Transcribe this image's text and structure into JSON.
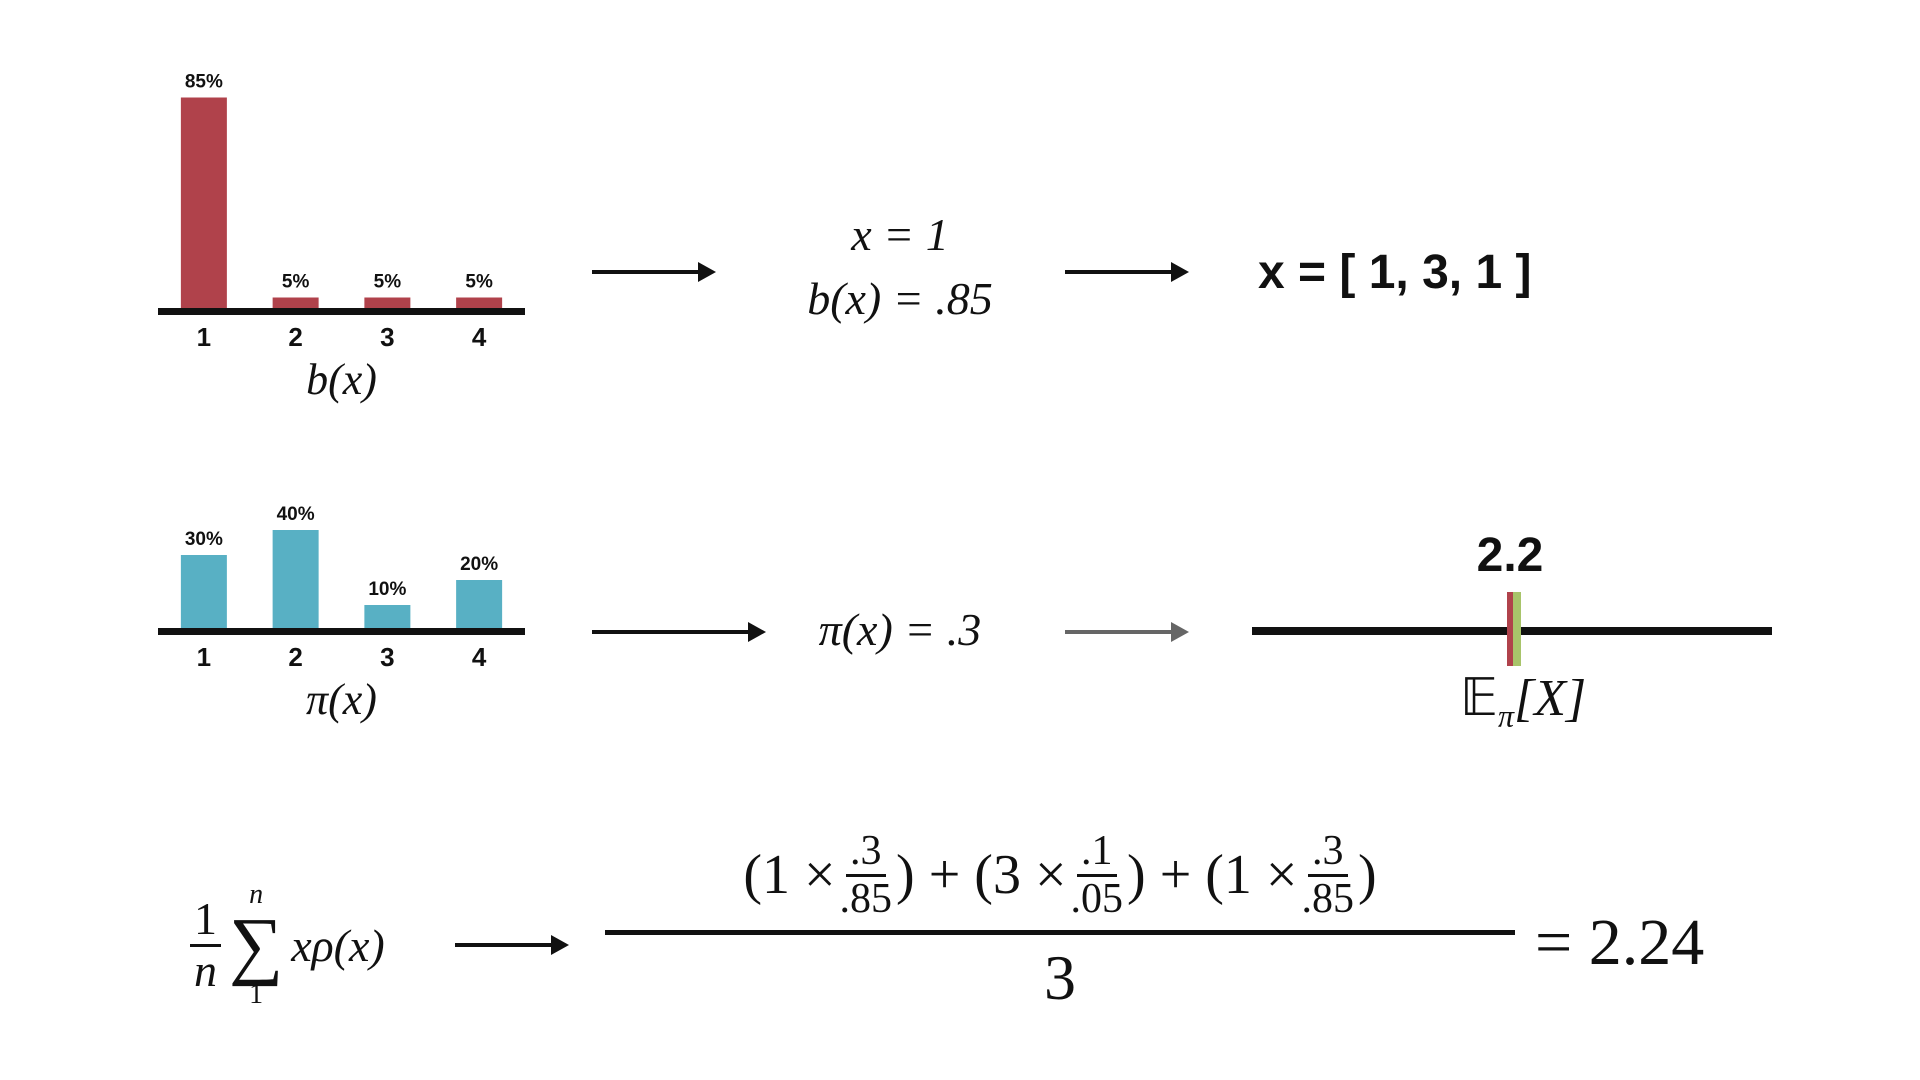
{
  "charts": [
    {
      "type": "bar",
      "categories": [
        "1",
        "2",
        "3",
        "4"
      ],
      "values": [
        85,
        5,
        5,
        5
      ],
      "value_labels": [
        "85%",
        "5%",
        "5%",
        "5%"
      ],
      "xlabel": "b(x)",
      "ylim": [
        0,
        100
      ],
      "color": "#b0424b"
    },
    {
      "type": "bar",
      "categories": [
        "1",
        "2",
        "3",
        "4"
      ],
      "values": [
        30,
        40,
        10,
        20
      ],
      "value_labels": [
        "30%",
        "40%",
        "10%",
        "20%"
      ],
      "xlabel": "π(x)",
      "ylim": [
        0,
        100
      ],
      "color": "#58b0c4"
    }
  ],
  "row1": {
    "sample_eq": "x = 1",
    "b_eq": "b(x) = .85",
    "samples": "x = [ 1, 3, 1 ]"
  },
  "row2": {
    "pi_eq": "π(x) = .3",
    "value": "2.2",
    "expectation": {
      "E": "𝔼",
      "sub": "π",
      "arg": "[X]"
    },
    "marker_colors": [
      "#b0424b",
      "#a8c46a"
    ]
  },
  "row3": {
    "lhs": {
      "frac_num": "1",
      "frac_den": "n",
      "sigma": "∑",
      "sum_top": "n",
      "sum_bottom": "1",
      "term": "xρ(x)"
    },
    "numerator": {
      "open1": "(1 × ",
      "f1_num": ".3",
      "f1_den": ".85",
      "close1": ")",
      "plus1": " + ",
      "open2": "(3 × ",
      "f2_num": ".1",
      "f2_den": ".05",
      "close2": ")",
      "plus2": " + ",
      "open3": "(1 × ",
      "f3_num": ".3",
      "f3_den": ".85",
      "close3": ")"
    },
    "denominator": "3",
    "result": "= 2.24"
  }
}
